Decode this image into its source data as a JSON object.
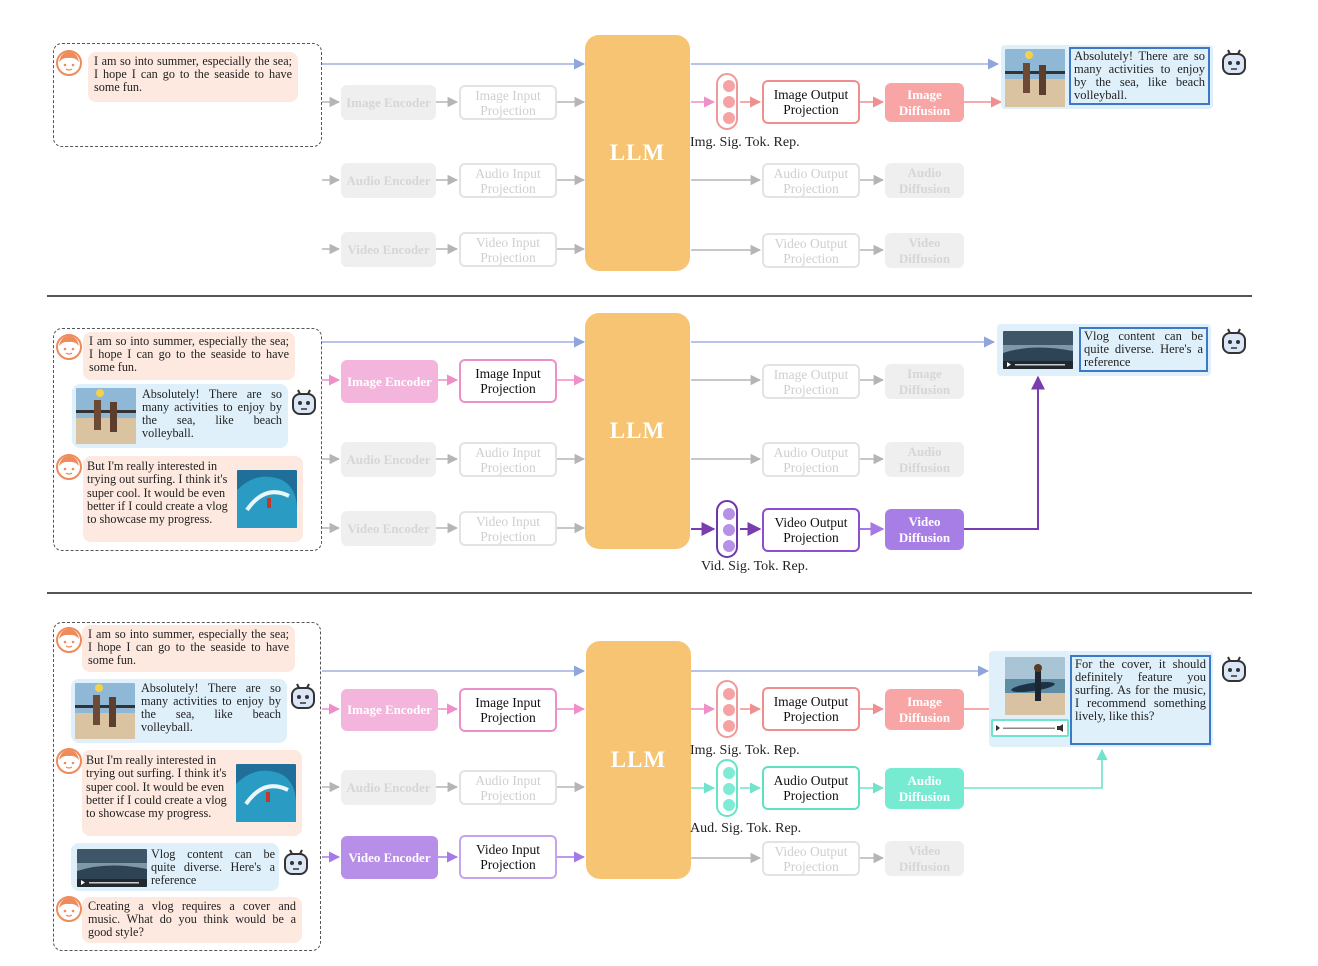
{
  "colors": {
    "llm": "#f6c472",
    "image_path": "#f3a6d5",
    "image_output": "#f7a5a5",
    "video_path": "#7a3db0",
    "audio_path": "#77ead2",
    "text_path": "#9fb1e0",
    "inactive": "#efefef"
  },
  "icons": {
    "user": "user-avatar-icon",
    "bot": "robot-icon"
  },
  "modules": {
    "llm": "LLM",
    "image_encoder": "Image Encoder",
    "audio_encoder": "Audio Encoder",
    "video_encoder": "Video Encoder",
    "image_input_projection": "Image Input Projection",
    "audio_input_projection": "Audio Input Projection",
    "video_input_projection": "Video Input Projection",
    "image_output_projection": "Image Output Projection",
    "audio_output_projection": "Audio Output Projection",
    "video_output_projection": "Video Output Projection",
    "image_diffusion": "Image Diffusion",
    "audio_diffusion": "Audio Diffusion",
    "video_diffusion": "Video Diffusion",
    "img_sig_tok": "Img. Sig. Tok. Rep.",
    "vid_sig_tok": "Vid. Sig. Tok. Rep.",
    "aud_sig_tok": "Aud. Sig. Tok. Rep."
  },
  "conversation": {
    "user_1": "I am so into summer, especially the sea; I hope I can go to the seaside to have some fun.",
    "bot_1": "Absolutely! There are so many activities to enjoy by the sea, like beach volleyball.",
    "user_2": "But I'm really interested in trying out surfing. I think it's super cool. It would be even better if I could create a vlog to showcase my progress.",
    "bot_2": "Vlog content can be quite diverse. Here's a reference",
    "user_3": "Creating a vlog requires a cover and music. What do you think would be a good style?",
    "bot_3": "For the cover, it should definitely feature you surfing. As for the music, I recommend something lively, like this?"
  }
}
